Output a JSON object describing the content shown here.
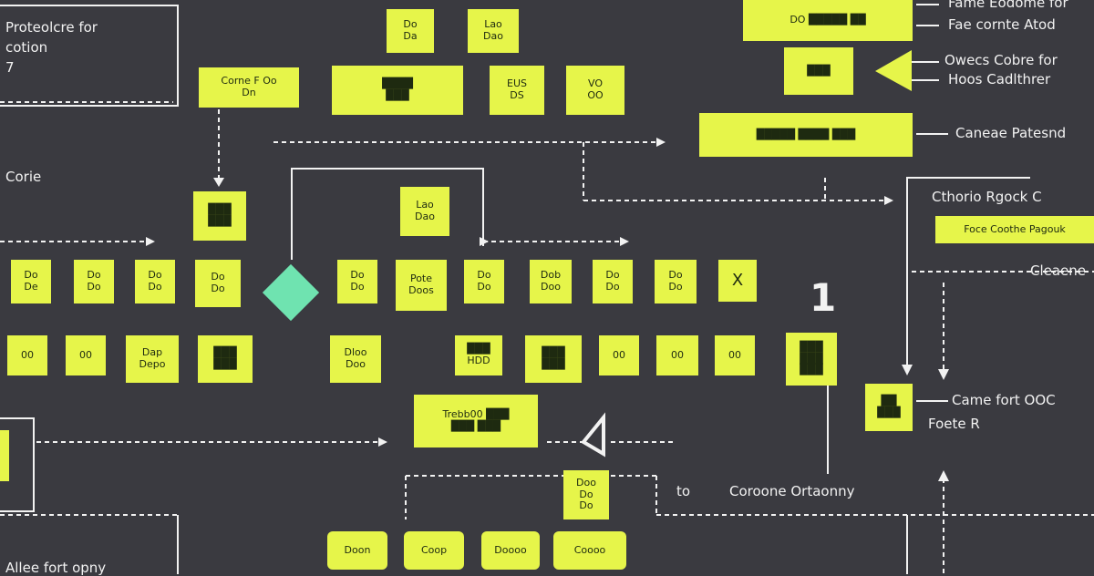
{
  "colors": {
    "background": "#3a3a40",
    "node_fill": "#e6f54a",
    "node_text": "#1e2a10",
    "connector": "#f2f2f2",
    "decision": "#6fe3b0",
    "inset": "#4caf3a"
  },
  "labels": {
    "top_left_title": "Proteolcre for\ncotion\n7",
    "left_core": "Corie",
    "right_r1": "Fame Eodome for",
    "right_r2": "Fae cornte Atod",
    "right_r3": "Owecs Cobre for",
    "right_r4": "Hoos Cadlthrer",
    "right_r5": "Caneae Patesnd",
    "right_r6": "Cthorio Rgock C",
    "right_r7": "Cleaene",
    "right_r8": "Came fort OOC",
    "right_r9": "Foete R",
    "bottom_to": "to",
    "bottom_right": "Coroone Ortaonny",
    "bottom_left": "Allee fort opny",
    "glyph_one": "1",
    "glyph_x": "X"
  },
  "nodes": {
    "top_a": "Do\nDa",
    "top_b": "Lao\nDao",
    "corne": "Corne F Oo\nDn",
    "mid_a": "████\n███",
    "mid_b": "EUS\nDS",
    "mid_c": "VO\nOO",
    "right_box_1": "DO █████ ██",
    "right_box_2": "███",
    "wide_box": "█████ ████ ███",
    "left_step": "███\n███",
    "center_step": "Lao\nDao",
    "foe_caotic": "Foce Coothe Pagouk",
    "row1_1": "Do\nDe",
    "row1_2": "Do\nDo",
    "row1_3": "Do\nDo",
    "row1_4": "Do\nDo",
    "row1_5": "Do\nDo",
    "row1_6": "Pote\nDoos",
    "row1_7": "Do\nDo",
    "row1_8": "Dob\nDoo",
    "row1_9": "Do\nDo",
    "row1_10": "Do\nDo",
    "row2_1": "00",
    "row2_2": "00",
    "row2_3": "Dap\nDepo",
    "row2_4": "███\n███",
    "row2_5": "Dloo\nDoo",
    "row2_6": "███\nHDD",
    "row2_7": "███\n███",
    "row2_8": "00",
    "row2_9": "00",
    "row2_10": "00",
    "right_stack": "███\n███\n███",
    "center_big": "Trebb00 ███\n███ ███",
    "center_small": "Doo\nDo\nDo",
    "right_mid": "██\n███",
    "bottom_1": "Doon",
    "bottom_2": "Coop",
    "bottom_3": "Doooo",
    "bottom_4": "Coooo"
  }
}
